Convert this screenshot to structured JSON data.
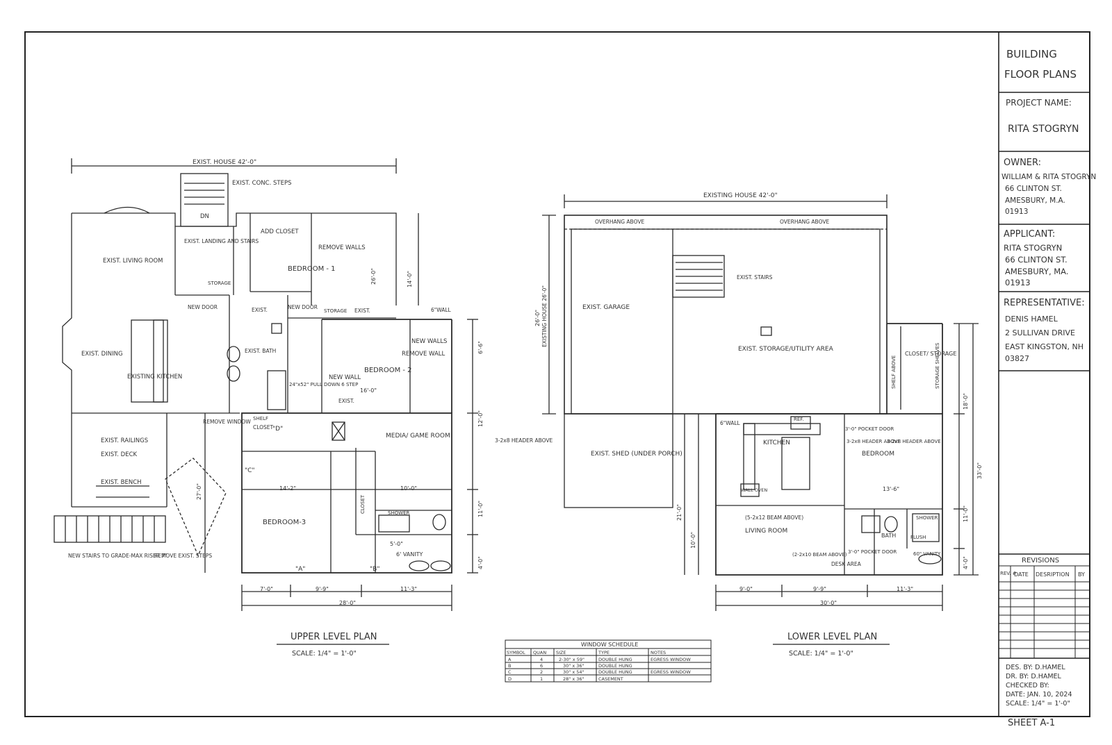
{
  "title_block": {
    "title_line1": "BUILDING",
    "title_line2": "FLOOR PLANS",
    "project_label": "PROJECT NAME:",
    "project_name": "RITA STOGRYN",
    "owner_label": "OWNER:",
    "owner_lines": [
      "WILLIAM & RITA STOGRYN",
      "66 CLINTON ST.",
      "AMESBURY, M.A.",
      "01913"
    ],
    "applicant_label": "APPLICANT:",
    "applicant_lines": [
      "RITA STOGRYN",
      "66 CLINTON ST.",
      "AMESBURY, MA.",
      "01913"
    ],
    "representative_label": "REPRESENTATIVE:",
    "representative_lines": [
      "DENIS HAMEL",
      "2 SULLIVAN DRIVE",
      "EAST KINGSTON, NH",
      "03827"
    ],
    "revisions": {
      "title": "REVISIONS",
      "col_rev": "REV. #",
      "col_date": "DATE",
      "col_desc": "DESRIPTION",
      "col_by": "BY"
    },
    "drawn_lines": [
      "DES. BY: D.HAMEL",
      "DR. BY: D.HAMEL",
      "CHECKED BY:",
      "DATE: JAN. 10, 2024",
      "SCALE: 1/4\" = 1'-0\""
    ],
    "sheet": "SHEET  A-1"
  },
  "upper_plan": {
    "title": "UPPER LEVEL PLAN",
    "scale": "SCALE: 1/4\" = 1'-0\"",
    "overall_dim": "EXIST. HOUSE  42'-0\"",
    "labels": {
      "steps": "EXIST. CONC. STEPS",
      "dn": "DN",
      "add_closet": "ADD CLOSET",
      "landing": "EXIST. LANDING AND STAIRS",
      "living": "EXIST. LIVING ROOM",
      "remove_walls": "REMOVE WALLS",
      "bedroom1": "BEDROOM - 1",
      "storage": "STORAGE",
      "new_door1": "NEW DOOR",
      "exist1": "EXIST.",
      "new_door2": "NEW DOOR",
      "storage2": "STORAGE",
      "exist2": "EXIST.",
      "dining": "EXIST. DINING",
      "bath": "EXIST. BATH",
      "kitchen": "EXISTING KITCHEN",
      "new_wall": "NEW WALL",
      "bedroom2": "BEDROOM - 2",
      "new_walls": "NEW WALLS",
      "remove_wall": "REMOVE WALL",
      "pull_down": "24\"x52\" PULL DOWN 6 STEP",
      "exist3": "EXIST.",
      "remove_window": "REMOVE WINDOW",
      "railings": "EXIST. RAILINGS",
      "deck": "EXIST. DECK",
      "closet": "CLOSET",
      "shelf": "SHELF",
      "media": "MEDIA/ GAME ROOM",
      "header_note": "3-2x8 HEADER ABOVE",
      "bench": "EXIST. BENCH",
      "bedroom3": "BEDROOM-3",
      "closet2": "CLOSET",
      "shower": "SHOWER",
      "vanity": "6' VANITY",
      "new_stairs": "NEW STAIRS TO GRADE-MAX RISER 7\"",
      "remove_steps": "REMOVE EXIST. STEPS",
      "wall6": "6\"WALL"
    },
    "dims": {
      "d14": "14'-0\"",
      "d26": "26'-0\"",
      "d160": "16'-0\"",
      "d142": "14'-2\"",
      "d100": "10'-0\"",
      "d70": "7'-0\"",
      "d99": "9'-9\"",
      "d113": "11'-3\"",
      "d280": "28'-0\"",
      "d110": "11'-0\"",
      "d120": "12'-0\"",
      "d66": "6'-6\"",
      "d40": "4'-0\"",
      "d270": "27'-0\"",
      "d50": "5'-0\""
    },
    "markers": [
      "\"A\"",
      "\"B\"",
      "\"C\"",
      "\"D\""
    ]
  },
  "lower_plan": {
    "title": "LOWER LEVEL PLAN",
    "scale": "SCALE: 1/4\" = 1'-0\"",
    "overall_dim": "EXISTING HOUSE  42'-0\"",
    "labels": {
      "overhang1": "OVERHANG ABOVE",
      "overhang2": "OVERHANG ABOVE",
      "stairs": "EXIST. STAIRS",
      "garage": "EXIST. GARAGE",
      "storage_utility": "EXIST. STORAGE/UTILITY AREA",
      "closet_storage": "CLOSET/ STORAGE",
      "storage_shelves": "STORAGE SHELVES",
      "shelf_above": "SHELF ABOVE",
      "shed": "EXIST. SHED (UNDER PORCH)",
      "kitchen": "KITCHEN",
      "ref": "REF.",
      "pocket_door": "3'-0\" POCKET DOOR",
      "header1": "3-2x8 HEADER ABOVE",
      "header2": "3-2x8 HEADER ABOVE",
      "bedroom": "BEDROOM",
      "wall_oven": "WALL OVEN",
      "beam": "(5-2x12 BEAM ABOVE)",
      "living": "LIVING ROOM",
      "beam2": "(2-2x10 BEAM ABOVE)",
      "bath": "BATH",
      "shower": "SHOWER",
      "flush": "FLUSH",
      "vanity": "60\" VANITY",
      "desk": "DESK AREA",
      "pocket_door2": "3'-0\" POCKET DOOR",
      "existing_house": "EXISTING HOUSE 26'-0\"",
      "wall6": "6\"WALL"
    },
    "dims": {
      "d90": "9'-0\"",
      "d99": "9'-9\"",
      "d113": "11'-3\"",
      "d300": "30'-0\"",
      "d180": "18'-0\"",
      "d330": "33'-0\"",
      "d110": "11'-0\"",
      "d40": "4'-0\"",
      "d260": "26'-0\"",
      "d136": "13'-6\"",
      "d210": "21'-0\"",
      "d100": "10'-0\""
    }
  },
  "window_schedule": {
    "title": "WINDOW SCHEDULE",
    "headers": [
      "SYMBOL",
      "QUAN",
      "SIZE",
      "TYPE",
      "NOTES"
    ],
    "rows": [
      [
        "A",
        "4",
        "2-30\" x 59\"",
        "DOUBLE HUNG",
        "EGRESS WINDOW"
      ],
      [
        "B",
        "6",
        "30\" x 36\"",
        "DOUBLE HUNG",
        ""
      ],
      [
        "C",
        "2",
        "30\" x 54\"",
        "DOUBLE HUNG",
        "EGRESS WINDOW"
      ],
      [
        "D",
        "1",
        "28\" x 36\"",
        "CASEMENT",
        ""
      ]
    ]
  }
}
